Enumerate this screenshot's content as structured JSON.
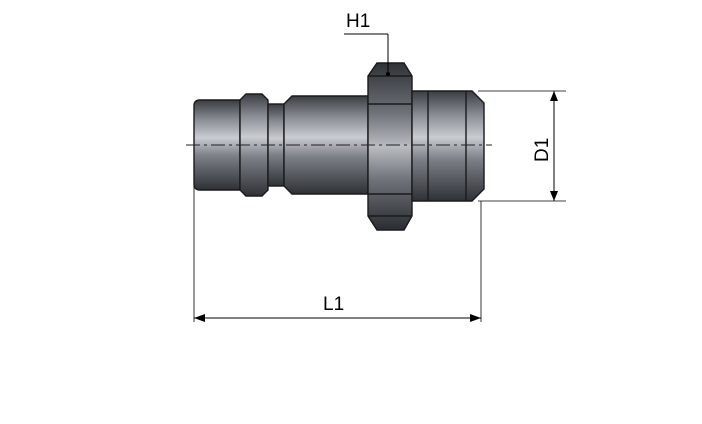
{
  "labels": {
    "height": "H1",
    "diameter": "D1",
    "length": "L1"
  },
  "colors": {
    "metal_dark": "#3a3d42",
    "metal_mid": "#7c8087",
    "metal_light": "#c9ccd1",
    "outline": "#1a1a1a",
    "dimension": "#000000"
  }
}
